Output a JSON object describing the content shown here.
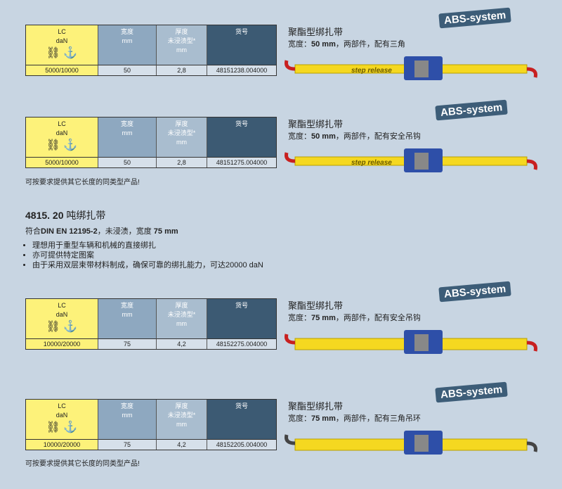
{
  "headers": {
    "lc": "LC",
    "dan": "daN",
    "width": "宽度",
    "mm": "mm",
    "thick": "厚度",
    "untreated": "未浸渍型*",
    "article": "货号"
  },
  "products": [
    {
      "lc": "5000/10000",
      "width": "50",
      "thick": "2,8",
      "article": "48151238.004000",
      "title": "聚酯型绑扎带",
      "sub_pre": "宽度：",
      "sub_bold": "50 mm",
      "sub_post": "，两部件，配有三角",
      "badge": "ABS-system",
      "strap_text": "step release"
    },
    {
      "lc": "5000/10000",
      "width": "50",
      "thick": "2,8",
      "article": "48151275.004000",
      "title": "聚酯型绑扎带",
      "sub_pre": "宽度：",
      "sub_bold": "50 mm",
      "sub_post": "，两部件，配有安全吊钩",
      "badge": "ABS-system",
      "strap_text": "step release"
    },
    {
      "lc": "10000/20000",
      "width": "75",
      "thick": "4,2",
      "article": "48152275.004000",
      "title": "聚酯型绑扎带",
      "sub_pre": "宽度：",
      "sub_bold": "75 mm",
      "sub_post": "，两部件，配有安全吊钩",
      "badge": "ABS-system",
      "strap_text": ""
    },
    {
      "lc": "10000/20000",
      "width": "75",
      "thick": "4,2",
      "article": "48152205.004000",
      "title": "聚酯型绑扎带",
      "sub_pre": "宽度：",
      "sub_bold": "75 mm",
      "sub_post": "，两部件，配有三角吊环",
      "badge": "ABS-system",
      "strap_text": ""
    }
  ],
  "note": "可按要求提供其它长度的同类型产品!",
  "section": {
    "title_bold": "4815. 20",
    "title_rest": " 吨绑扎带",
    "sub_pre": "符合",
    "sub_bold1": "DIN EN 12195-2",
    "sub_mid": "，未浸渍，宽度 ",
    "sub_bold2": "75 mm",
    "bullets": [
      "理想用于重型车辆和机械的直接绑扎",
      "亦可提供特定图案",
      "由于采用双层束带材料制成，确保可靠的绑扎能力，可达20000 daN"
    ]
  },
  "colors": {
    "bg": "#c8d5e2",
    "yellow": "#fdf27a",
    "navy": "#3c5a73"
  }
}
